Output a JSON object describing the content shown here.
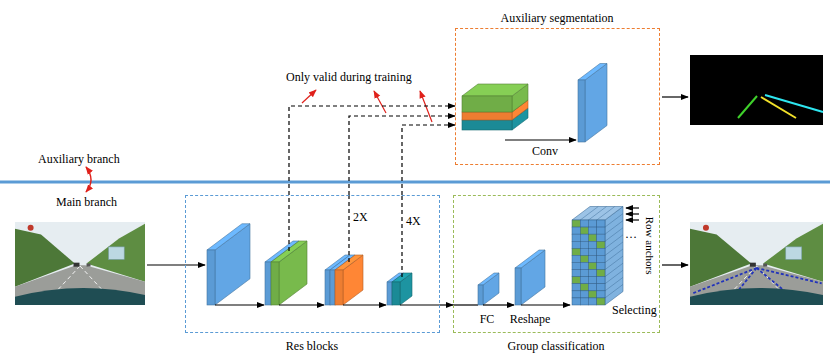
{
  "diagram": {
    "nodes": [
      {
        "text": [
          "Auxiliary segmentation"
        ]
      },
      {
        "text": [
          "Res blocks"
        ]
      },
      {
        "text": [
          "Group classification"
        ]
      }
    ],
    "edges": [
      {
        "from": 1,
        "to": 0,
        "arrow": "to"
      },
      {
        "from": 1,
        "to": 0,
        "arrow": "to"
      },
      {
        "from": 1,
        "to": 0,
        "arrow": "to"
      },
      {
        "from": 1,
        "to": 2,
        "arrow": "to"
      }
    ],
    "labels": [
      "Only valid during training",
      "Auxiliary branch",
      "Main branch",
      "Conv",
      "2X",
      "4X",
      "FC",
      "Reshape",
      "Row anchors",
      "…",
      "Selecting"
    ]
  }
}
